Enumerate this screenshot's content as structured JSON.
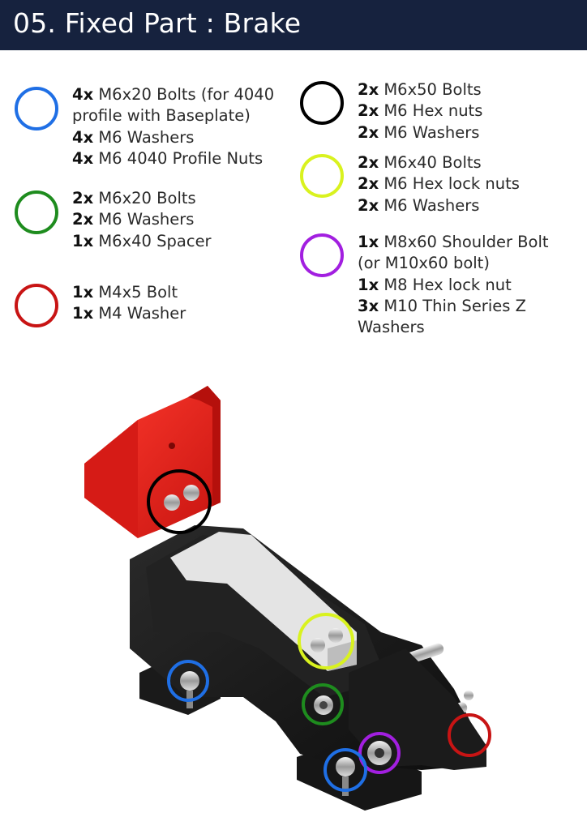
{
  "header": {
    "title": "05. Fixed Part : Brake"
  },
  "groups": [
    {
      "color": "#1f6fe5",
      "lines": [
        {
          "qty": "4x",
          "text": " M6x20 Bolts (for 4040"
        },
        {
          "qty": "",
          "text": "profile with Baseplate)"
        },
        {
          "qty": "4x",
          "text": " M6 Washers"
        },
        {
          "qty": "4x",
          "text": " M6 4040 Profile Nuts"
        }
      ]
    },
    {
      "color": "#1e8c1e",
      "lines": [
        {
          "qty": "2x",
          "text": " M6x20 Bolts"
        },
        {
          "qty": "2x",
          "text": " M6 Washers"
        },
        {
          "qty": "1x",
          "text": " M6x40 Spacer"
        }
      ]
    },
    {
      "color": "#c81414",
      "lines": [
        {
          "qty": "1x",
          "text": " M4x5 Bolt"
        },
        {
          "qty": "1x",
          "text": " M4 Washer"
        }
      ]
    },
    {
      "color": "#000000",
      "lines": [
        {
          "qty": "2x",
          "text": " M6x50 Bolts"
        },
        {
          "qty": "2x",
          "text": " M6 Hex nuts"
        },
        {
          "qty": "2x",
          "text": " M6 Washers"
        }
      ]
    },
    {
      "color": "#d9f21f",
      "lines": [
        {
          "qty": "2x",
          "text": " M6x40 Bolts"
        },
        {
          "qty": "2x",
          "text": " M6 Hex lock nuts"
        },
        {
          "qty": "2x",
          "text": " M6 Washers"
        }
      ]
    },
    {
      "color": "#a21fe0",
      "lines": [
        {
          "qty": "1x",
          "text": " M8x60 Shoulder Bolt"
        },
        {
          "qty": "",
          "text": "(or M10x60 bolt)"
        },
        {
          "qty": "1x",
          "text": " M8 Hex lock nut"
        },
        {
          "qty": "3x",
          "text": " M10 Thin Series Z"
        },
        {
          "qty": "",
          "text": "Washers"
        }
      ]
    }
  ],
  "illustration": {
    "part_color": "#e8201c",
    "frame_color": "#1c1c1c",
    "markers": [
      {
        "color": "#000000"
      },
      {
        "color": "#d9f21f"
      },
      {
        "color": "#1f6fe5"
      },
      {
        "color": "#1e8c1e"
      },
      {
        "color": "#c81414"
      },
      {
        "color": "#a21fe0"
      },
      {
        "color": "#1f6fe5"
      }
    ]
  }
}
